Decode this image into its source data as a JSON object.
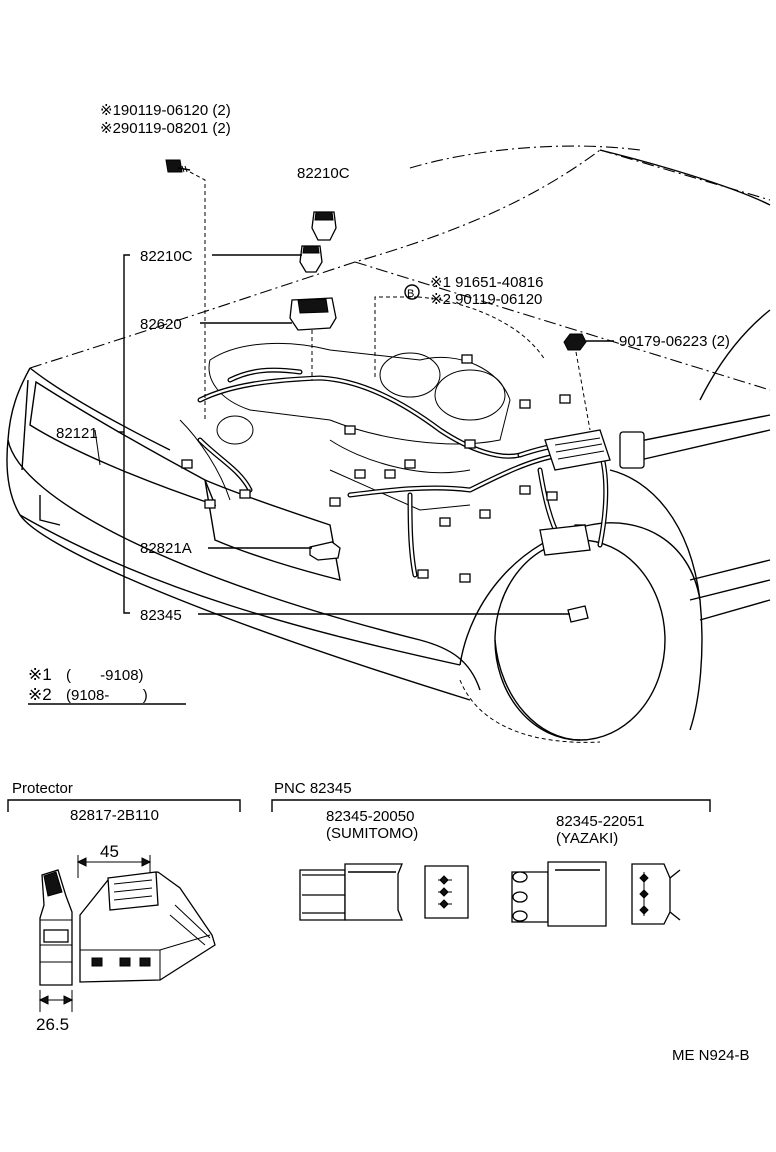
{
  "header_notes": {
    "bolt_line_1": "※190119-06120 (2)",
    "bolt_line_2": "※290119-08201 (2)"
  },
  "callouts": {
    "relay_top": "82210C",
    "relay_left": "82210C",
    "relay_block": "82620",
    "harness_main": "82121",
    "clamp": "82821A",
    "connector": "82345",
    "nut": "90179-06223 (2)",
    "circle_b": "B",
    "b_part_1": "※1 91651-40816",
    "b_part_2": "※2 90119-06120"
  },
  "legend": {
    "row1_mark": "※1",
    "row1_range": "(       -9108)",
    "row2_mark": "※2",
    "row2_range": "(9108-        )"
  },
  "protector": {
    "title": "Protector",
    "part_no": "82817-2B110",
    "dim_width": "45",
    "dim_depth": "26.5"
  },
  "pnc": {
    "title": "PNC 82345",
    "variant_1_part": "82345-20050",
    "variant_1_maker": "(SUMITOMO)",
    "variant_2_part": "82345-22051",
    "variant_2_maker": "(YAZAKI)"
  },
  "footer": {
    "code": "ME N924-B"
  }
}
